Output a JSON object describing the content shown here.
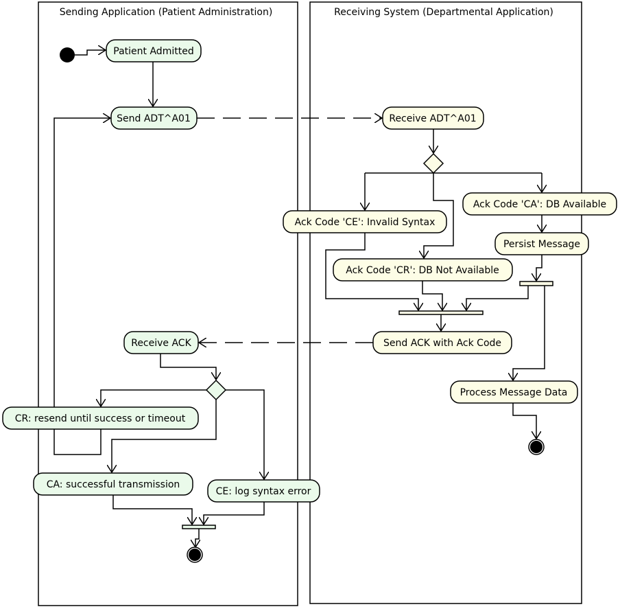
{
  "colors": {
    "sender_fill": "#eafaea",
    "receiver_fill": "#fdfde6",
    "line": "#000000"
  },
  "lanes": {
    "sender": "Sending Application (Patient Administration)",
    "receiver": "Receiving System (Departmental Application)"
  },
  "sender_actions": {
    "patient_admitted": "Patient Admitted",
    "send_adt": "Send ADT^A01",
    "receive_ack": "Receive ACK",
    "cr_resend": "CR: resend until success or timeout",
    "ca_success": "CA: successful transmission",
    "ce_log": "CE: log syntax error"
  },
  "receiver_actions": {
    "receive_adt": "Receive ADT^A01",
    "ack_ce": "Ack Code 'CE': Invalid Syntax",
    "ack_cr": "Ack Code 'CR': DB Not Available",
    "ack_ca": "Ack Code 'CA': DB Available",
    "persist": "Persist Message",
    "send_ack": "Send ACK with Ack Code",
    "process": "Process Message Data"
  }
}
